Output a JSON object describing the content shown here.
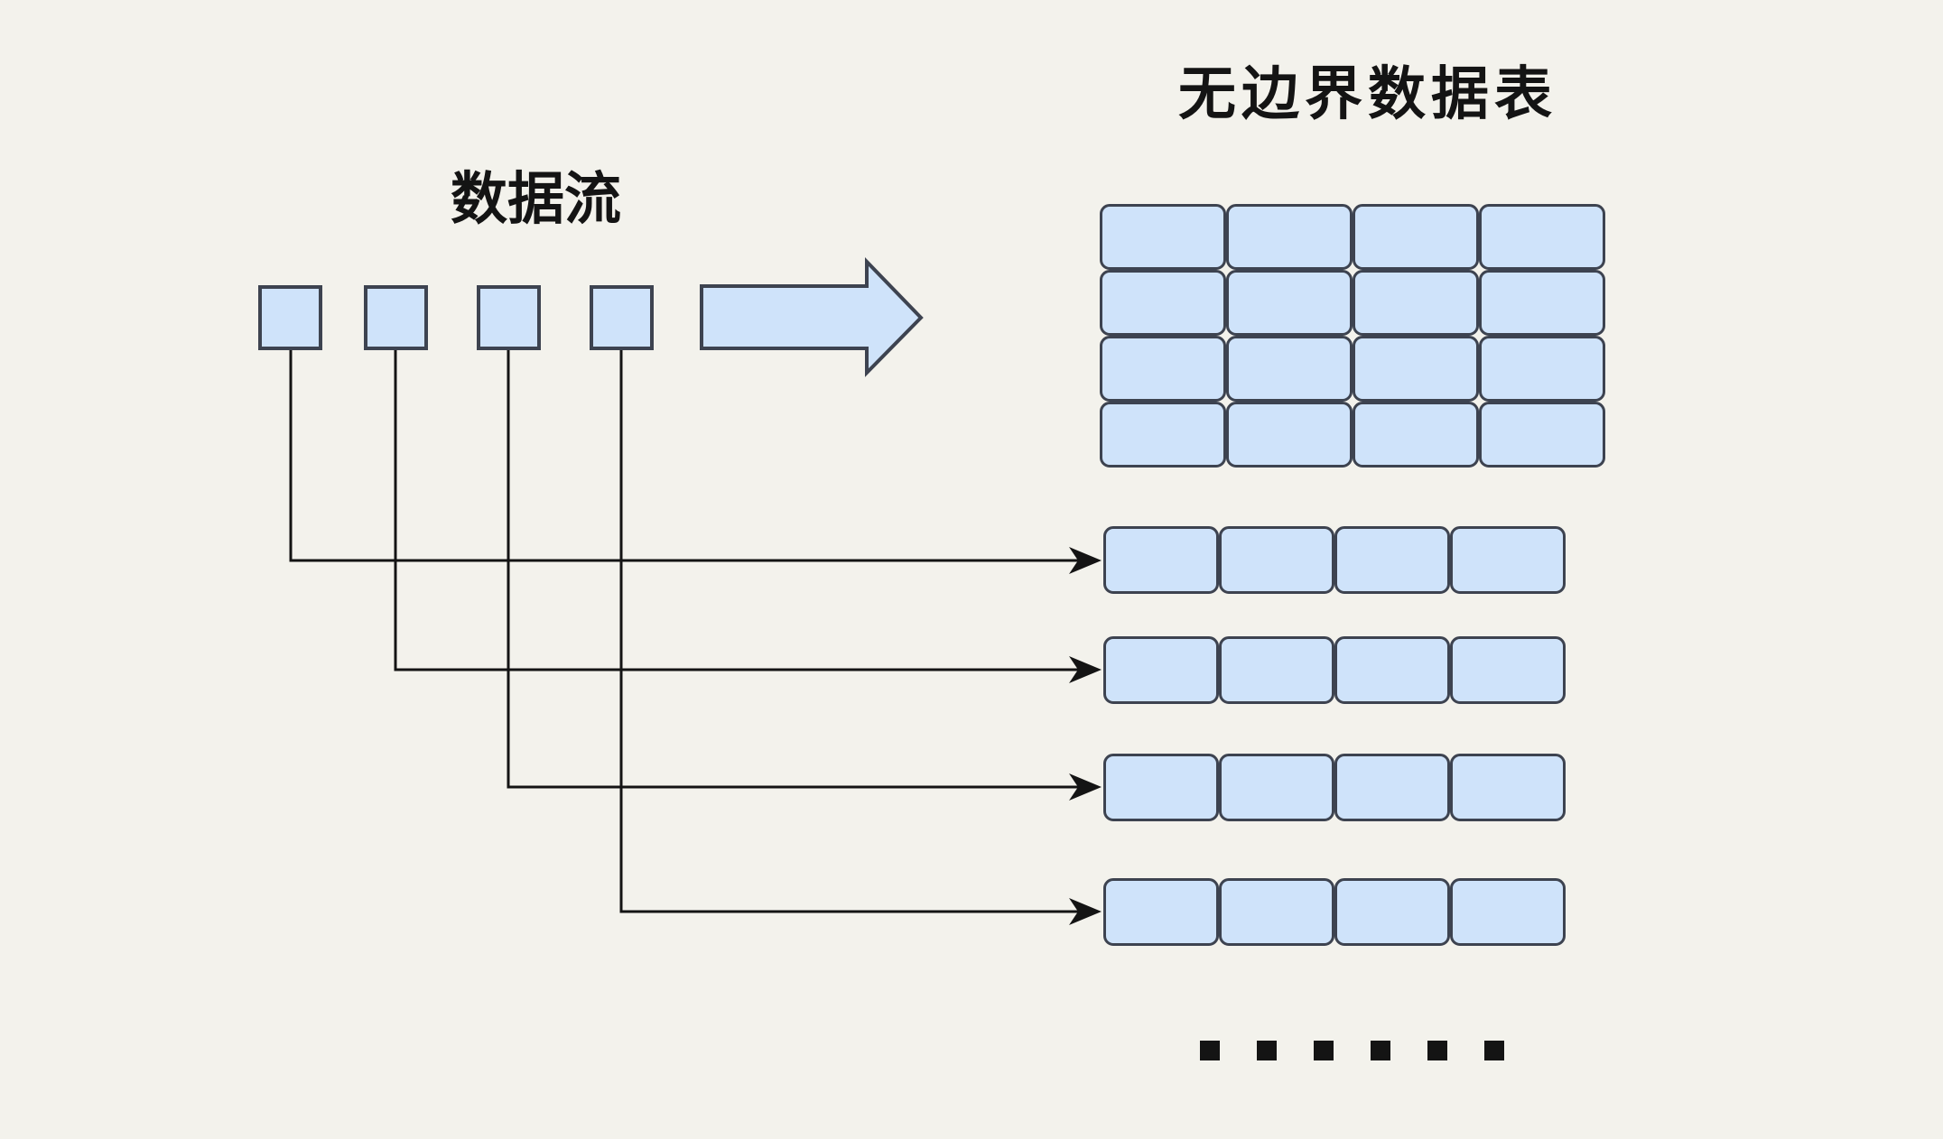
{
  "colors": {
    "background": "#f3f2ec",
    "box_fill": "#cfe3fa",
    "box_border": "#3d4350",
    "line": "#141414",
    "text": "#141414"
  },
  "stream": {
    "title": "数据流",
    "square_count": 4
  },
  "unbounded_table": {
    "title": "无边界数据表",
    "grid_rows": 4,
    "grid_cols": 4,
    "grid_cell_count": 16,
    "partition_row_count": 4,
    "cells_per_row": 4
  },
  "flow": {
    "big_arrow_direction": "right",
    "connector_count": 4
  },
  "ellipsis": {
    "count": 6
  }
}
